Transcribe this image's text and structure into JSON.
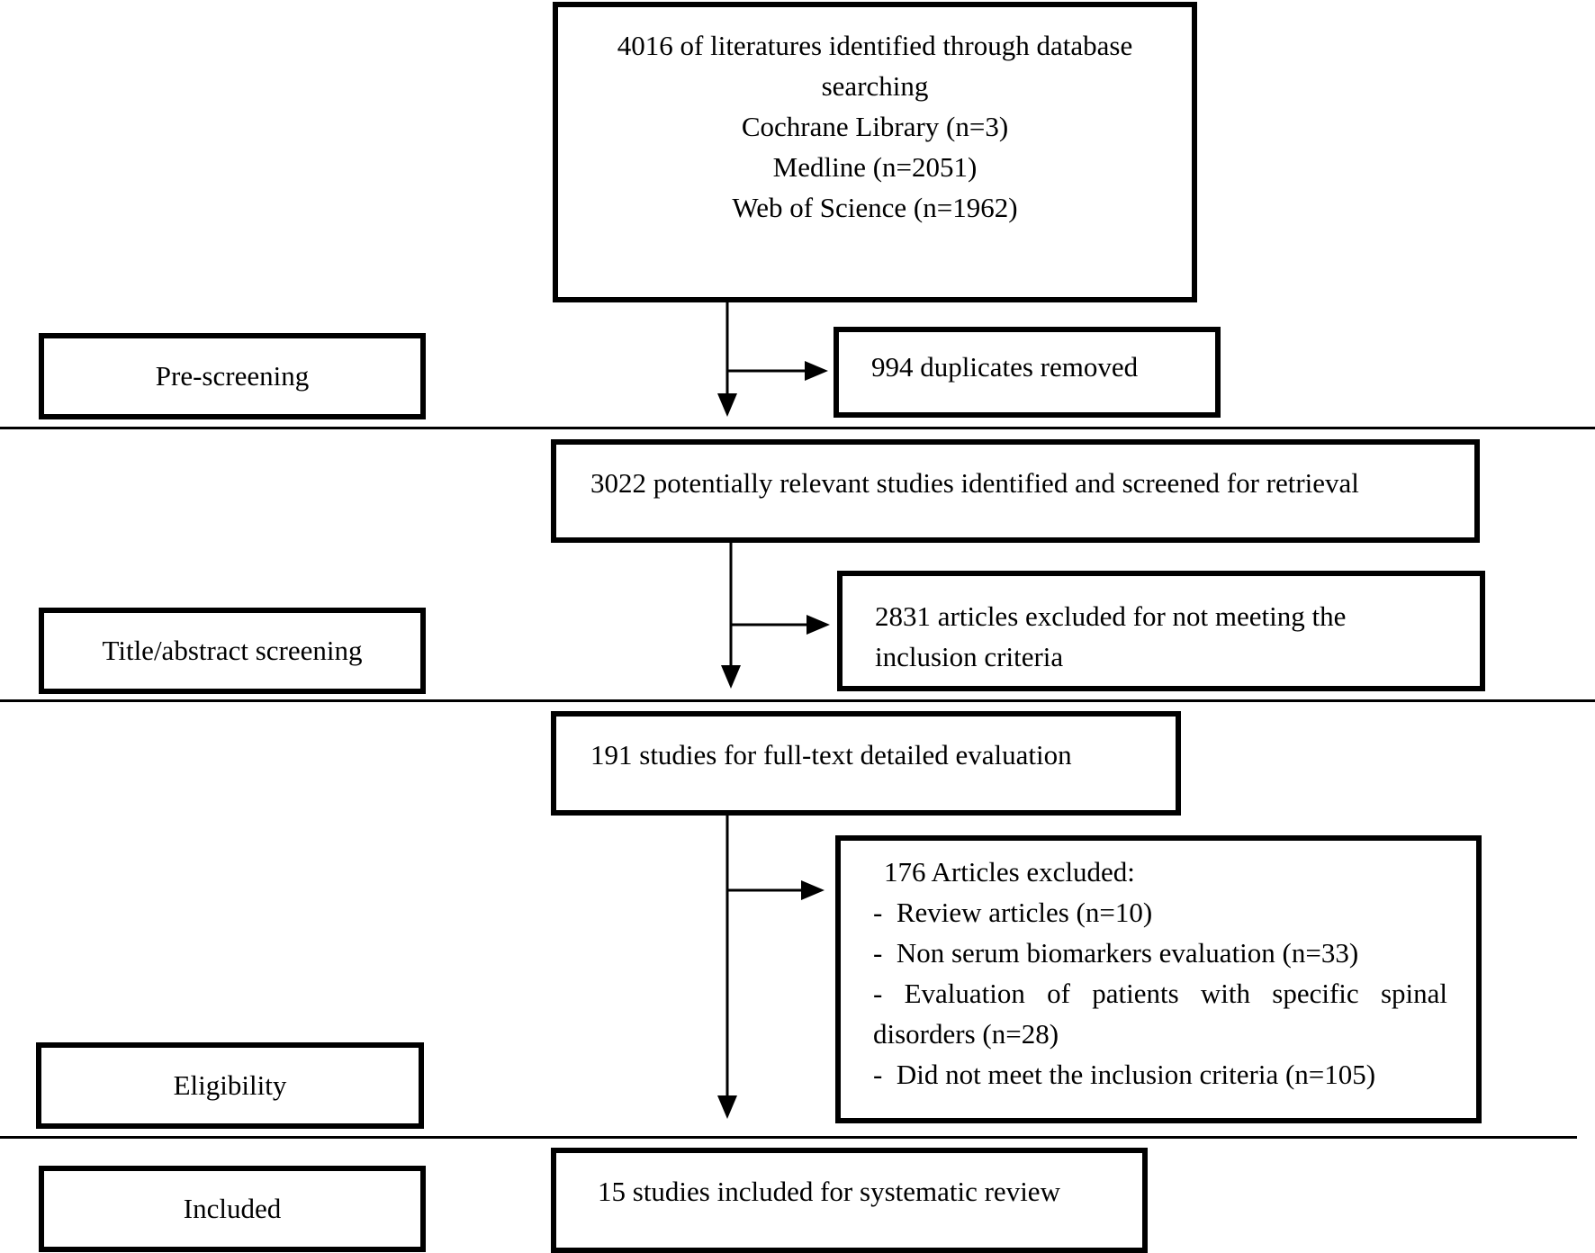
{
  "identification_box": {
    "lines": [
      "4016 of literatures identified through database",
      "searching",
      "Cochrane Library (n=3)",
      "Medline (n=2051)",
      "Web of Science (n=1962)"
    ]
  },
  "stages": {
    "pre_screening": "Pre-screening",
    "title_abstract_screening": "Title/abstract screening",
    "eligibility": "Eligibility",
    "included": "Included"
  },
  "duplicates_box": {
    "text": "994 duplicates removed"
  },
  "screened_box": {
    "text": "3022 potentially relevant studies identified and screened for retrieval"
  },
  "title_exclusion_box": {
    "lines": [
      "2831 articles excluded for not meeting the",
      "inclusion criteria"
    ]
  },
  "fulltext_box": {
    "text": "191 studies for full-text detailed evaluation"
  },
  "fulltext_exclusion_box": {
    "heading": "176 Articles excluded:",
    "items": [
      "-  Review articles (n=10)",
      "-  Non serum biomarkers evaluation (n=33)",
      "- Evaluation of patients with specific spinal disorders (n=28)",
      "-  Did not meet the inclusion criteria (n=105)"
    ]
  },
  "included_box": {
    "text": "15 studies included for systematic review"
  }
}
